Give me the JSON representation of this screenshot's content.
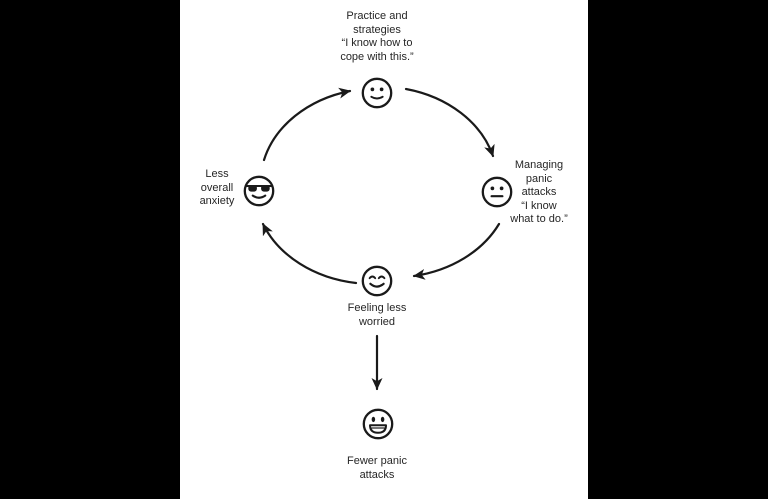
{
  "canvas": {
    "frame_bg": "#000000",
    "page_bg": "#ffffff",
    "ink": "#1a1a1a",
    "text_color": "#262626"
  },
  "diagram": {
    "type": "cycle",
    "nodes": {
      "practice": {
        "emoji": "slightly-smiling-face",
        "lines": [
          "Practice and",
          "strategies",
          "“I know how to",
          "cope with this.”"
        ]
      },
      "managing": {
        "emoji": "neutral-face",
        "lines": [
          "Managing",
          "panic",
          "attacks",
          "“I know",
          "what to do.”"
        ]
      },
      "less_anxiety": {
        "emoji": "smiling-face-with-sunglasses",
        "lines": [
          "Less",
          "overall",
          "anxiety"
        ]
      },
      "feeling_less_worried": {
        "emoji": "smiling-face-with-smiling-eyes",
        "lines": [
          "Feeling less",
          "worried"
        ]
      },
      "fewer_attacks": {
        "emoji": "grinning-face",
        "lines": [
          "Fewer panic",
          "attacks"
        ]
      }
    },
    "edges": [
      {
        "from": "less_anxiety",
        "to": "practice"
      },
      {
        "from": "practice",
        "to": "managing"
      },
      {
        "from": "managing",
        "to": "feeling_less_worried"
      },
      {
        "from": "feeling_less_worried",
        "to": "less_anxiety"
      },
      {
        "from": "feeling_less_worried",
        "to": "fewer_attacks"
      }
    ]
  }
}
